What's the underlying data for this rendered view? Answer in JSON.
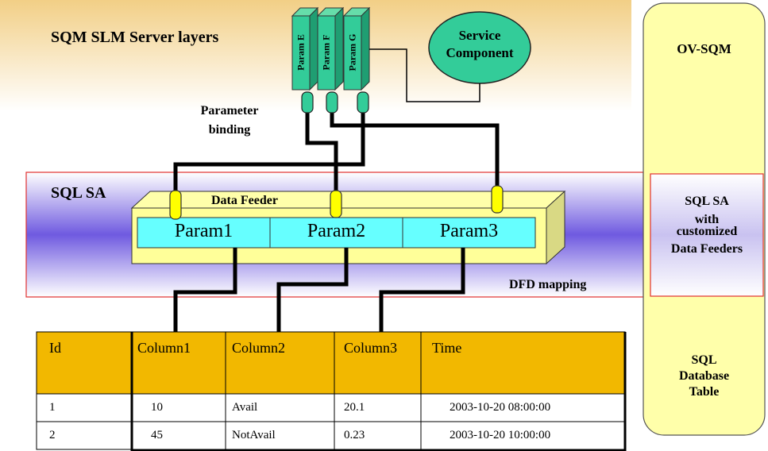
{
  "server_layer": {
    "title": "SQM SLM Server layers",
    "params": [
      "Param E",
      "Param F",
      "Param G"
    ],
    "service_component": [
      "Service",
      "Component"
    ],
    "binding_label": [
      "Parameter",
      "binding"
    ]
  },
  "sql_sa": {
    "title": "SQL SA",
    "feeder_title": "Data Feeder",
    "params": [
      "Param1",
      "Param2",
      "Param3"
    ],
    "mapping_label": "DFD mapping"
  },
  "table": {
    "headers": [
      "Id",
      "Column1",
      "Column2",
      "Column3",
      "Time"
    ],
    "rows": [
      [
        "1",
        "10",
        "Avail",
        "20.1",
        "2003-10-20 08:00:00"
      ],
      [
        "2",
        "45",
        "NotAvail",
        "0.23",
        "2003-10-20 10:00:00"
      ]
    ]
  },
  "sidebar": {
    "ov_sqm": "OV-SQM",
    "sql_sa_label": [
      "SQL SA",
      "with",
      "customized",
      "Data Feeders"
    ],
    "db_table": [
      "SQL",
      "Database",
      "Table"
    ]
  },
  "colors": {
    "server_band": "#f5d9a0",
    "sa_band_edge": "#ffffff",
    "sa_band_center": "#7a66e0",
    "feeder_box": "#ffff99",
    "param_cell": "#66ffff",
    "param_block": "#33cc99",
    "service_ellipse": "#33cc99",
    "cable": "#000000",
    "connector": "#ffff00",
    "table_header": "#f2b800",
    "sidebar": "#ffffaa",
    "frame_red": "#e03030"
  }
}
